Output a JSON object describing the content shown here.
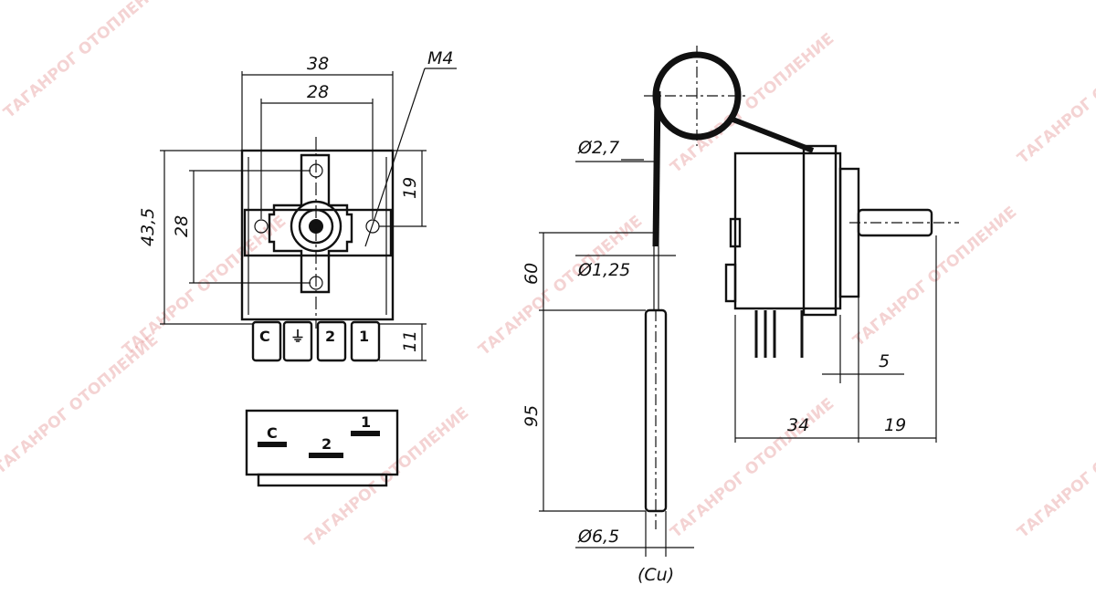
{
  "front_view": {
    "dim_width_outer": "38",
    "dim_width_inner": "28",
    "dim_thread": "M4",
    "dim_height_total": "43,5",
    "dim_hole_spacing": "28",
    "dim_top_offset": "19",
    "dim_terminal_length": "11",
    "terminals": [
      "C",
      "⏚",
      "2",
      "1"
    ]
  },
  "terminal_diagram": {
    "labels": [
      "C",
      "2",
      "1"
    ]
  },
  "side_view": {
    "dim_capillary_dia": "Ø2,7",
    "dim_capillary_length": "60",
    "dim_wire_dia": "Ø1,25",
    "dim_bulb_length": "95",
    "dim_bulb_dia": "Ø6,5",
    "bulb_material": "(Cu)",
    "dim_shaft_offset": "5",
    "dim_body_depth": "34",
    "dim_shaft_length": "19"
  },
  "watermark": "ТАГАНРОГ ОТОПЛЕНИЕ"
}
